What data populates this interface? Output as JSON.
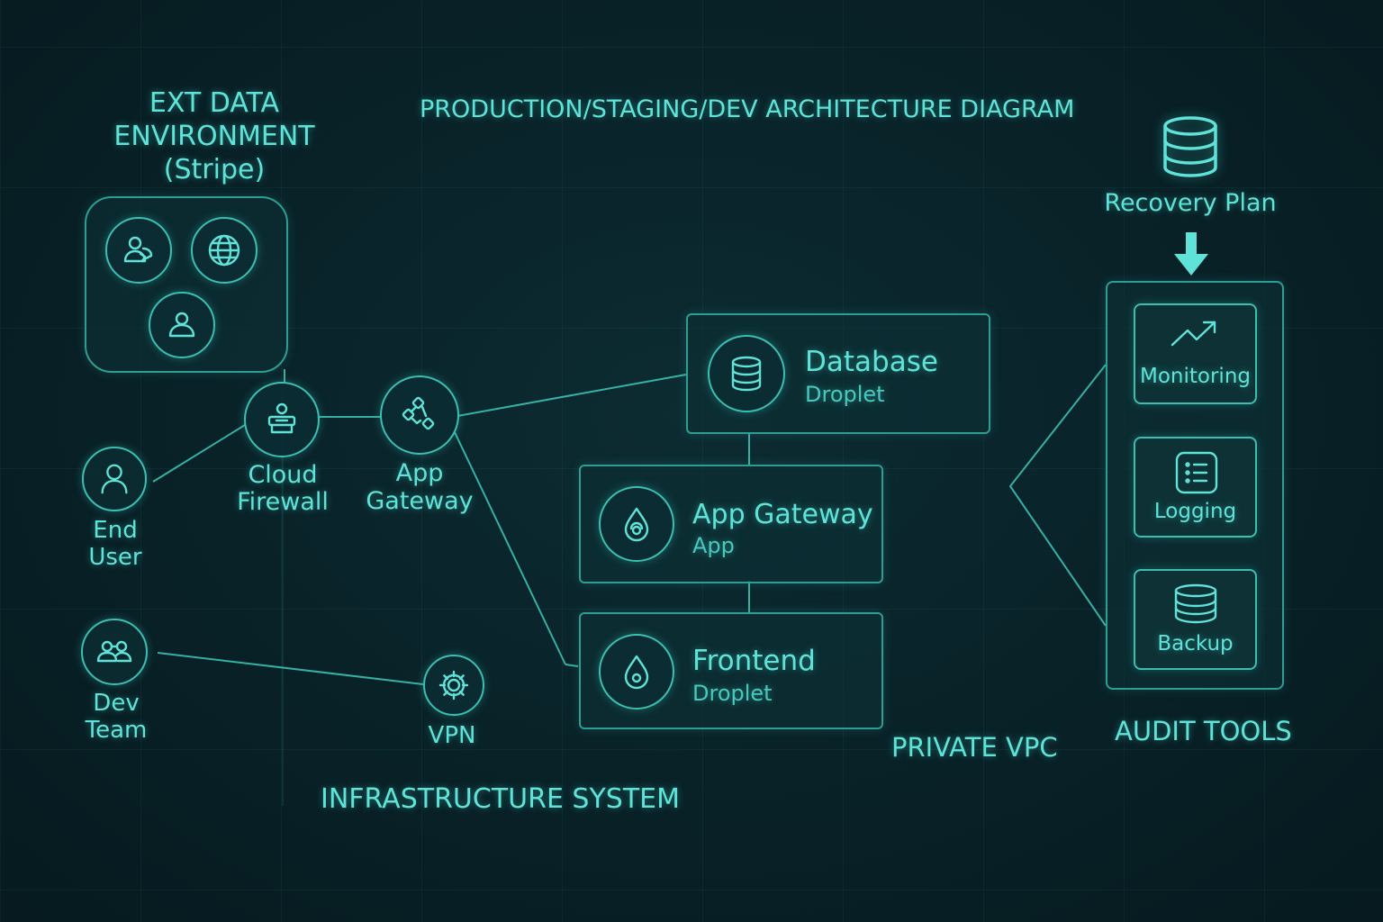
{
  "title": "PRODUCTION/STAGING/DEV ARCHITECTURE DIAGRAM",
  "ext_env": {
    "line1": "EXT DATA",
    "line2": "ENVIRONMENT",
    "line3": "(Stripe)"
  },
  "nodes": {
    "end_user": {
      "line1": "End",
      "line2": "User",
      "icon": "user-icon"
    },
    "dev_team": {
      "line1": "Dev",
      "line2": "Team",
      "icon": "team-icon"
    },
    "cloud_firewall": {
      "line1": "Cloud",
      "line2": "Firewall",
      "icon": "firewall-icon"
    },
    "app_gateway": {
      "line1": "App",
      "line2": "Gateway",
      "icon": "gateway-icon"
    },
    "vpn": {
      "label": "VPN",
      "icon": "gear-icon"
    }
  },
  "droplets": {
    "database": {
      "title": "Database",
      "subtitle": "Droplet",
      "icon": "database-icon"
    },
    "app": {
      "title": "App Gateway",
      "subtitle": "App",
      "icon": "droplet-icon"
    },
    "frontend": {
      "title": "Frontend",
      "subtitle": "Droplet",
      "icon": "droplet-icon"
    }
  },
  "recovery": {
    "label": "Recovery Plan",
    "icon": "database-icon"
  },
  "tools": {
    "monitoring": "Monitoring",
    "logging": "Logging",
    "backup": "Backup"
  },
  "labels": {
    "private_vpc": "PRIVATE VPC",
    "audit_tools": "AUDIT TOOLS",
    "infrastructure": "INFRASTRUCTURE SYSTEM"
  },
  "colors": {
    "accent": "#5fe3d8",
    "line": "#3cbfb3",
    "background": "#082127"
  }
}
